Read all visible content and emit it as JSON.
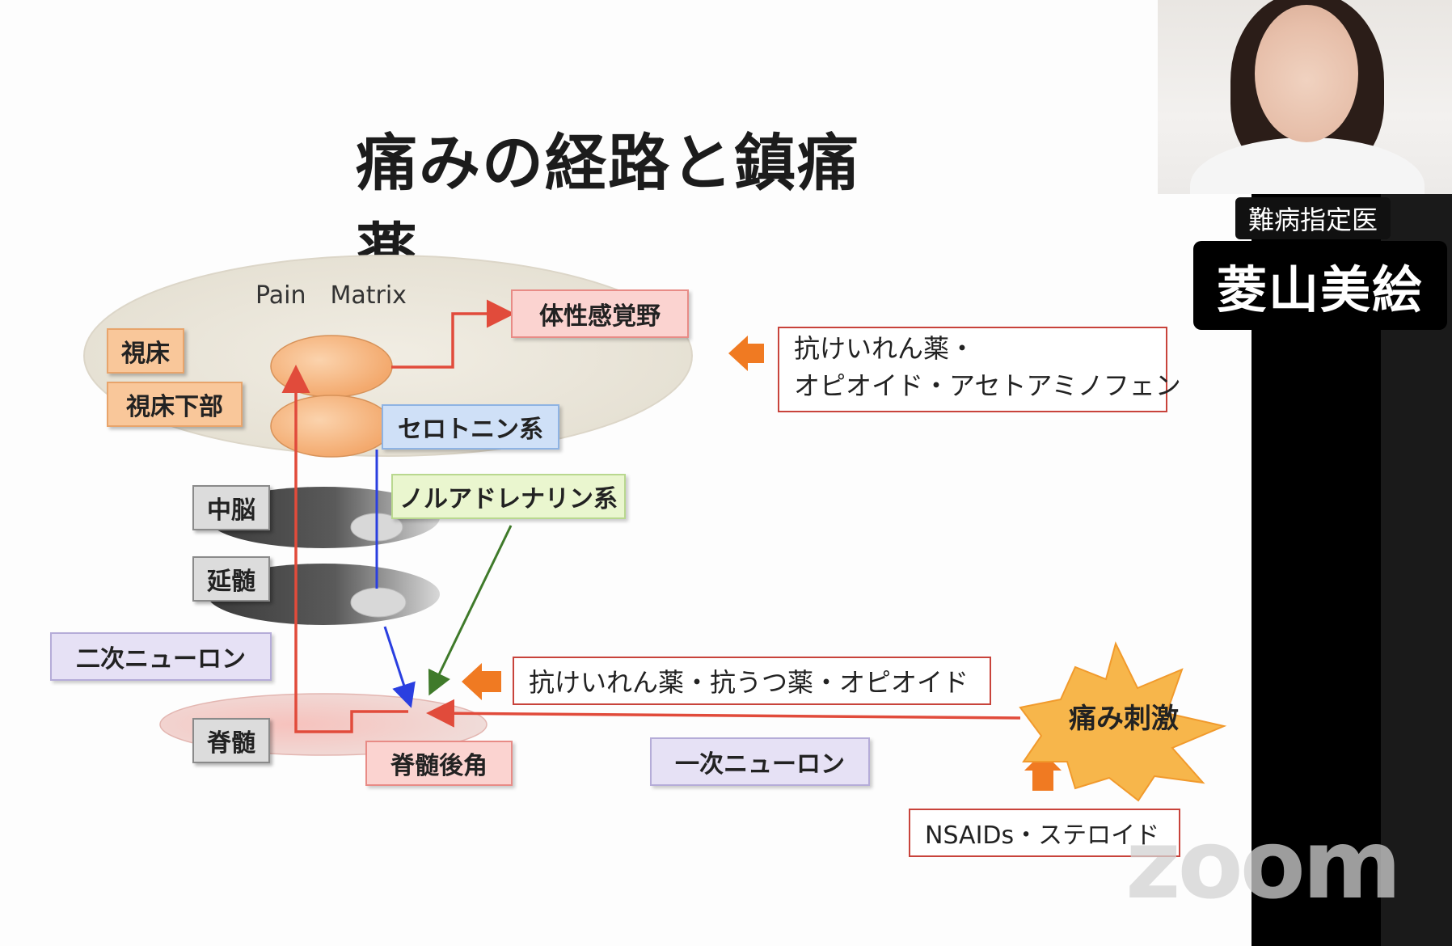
{
  "slide": {
    "title": "痛みの経路と鎮痛薬",
    "pain_matrix": "Pain　Matrix",
    "labels": {
      "thalamus": "視床",
      "hypothalamus": "視床下部",
      "somatosensory": "体性感覚野",
      "serotonin": "セロトニン系",
      "midbrain": "中脳",
      "noradrenaline": "ノルアドレナリン系",
      "medulla": "延髄",
      "secondary_neuron": "二次ニューロン",
      "spinal_cord": "脊髄",
      "dorsal_horn": "脊髄後角",
      "primary_neuron": "一次ニューロン",
      "pain_stimulus": "痛み刺激"
    },
    "drugs": {
      "brain_line1": "抗けいれん薬・",
      "brain_line2": "オピオイド・アセトアミノフェン",
      "spinal": "抗けいれん薬・抗うつ薬・オピオイド",
      "peripheral": "NSAIDs・ステロイド"
    }
  },
  "speaker": {
    "role": "難病指定医",
    "name": "菱山美絵"
  },
  "watermark": "zoom",
  "colors": {
    "ascending": "#e14b3b",
    "descending": "#2a3fe0",
    "noradrenergic": "#3f7a2a",
    "drug_arrow": "#f07a22"
  }
}
